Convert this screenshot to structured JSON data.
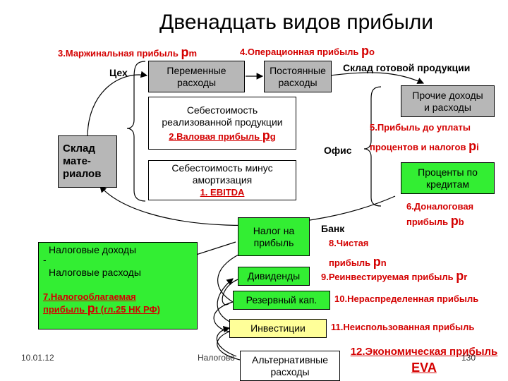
{
  "title": "Двенадцать видов прибыли",
  "footer": {
    "date": "10.01.12",
    "center": "Налогово",
    "page": "130"
  },
  "labels": {
    "shop": "Цех",
    "warehouse_finished": "Склад готовой продукции",
    "office": "Офис",
    "bank": "Банк"
  },
  "boxes": {
    "raw_warehouse": "Склад мате-риалов",
    "variable_costs": "Переменные расходы",
    "fixed_costs": "Постоянные расходы",
    "cost_of_sales": "Себестоимость реализованной продукции",
    "cost_minus_amort": "Себестоимость минус амортизация",
    "other_income": "Прочие доходы и расходы",
    "loan_interest": "Проценты по кредитам",
    "profit_tax": "Налог на прибыль",
    "dividends": "Дивиденды",
    "reserve": "Резервный кап.",
    "investments": "Инвестиции",
    "alternative_costs": "Альтернативные расходы",
    "tax_income": "Налоговые доходы",
    "minus": "-",
    "tax_expenses": "Налоговые расходы",
    "divider": "________________________"
  },
  "profits": {
    "p1": "1. EBITDA",
    "p2": {
      "text": "2.Валовая прибыль ",
      "sym": "p",
      "sub": "g"
    },
    "p3": {
      "text": "3.Маржинальная прибыль ",
      "sym": "p",
      "sub": "m"
    },
    "p4": {
      "text": "4.Операционная прибыль ",
      "sym": "p",
      "sub": "o"
    },
    "p5a": "5.Прибыль до уплаты",
    "p5b": {
      "text": "процентов и налогов ",
      "sym": "p",
      "sub": "i"
    },
    "p6a": "6.Доналоговая",
    "p6b": {
      "text": "прибыль ",
      "sym": "p",
      "sub": "b"
    },
    "p7a": "7.Налогооблагаемая",
    "p7b": {
      "text": "прибыль ",
      "sym": "p",
      "sub": "t",
      "tail": " (гл.25 НК РФ)"
    },
    "p8a": "8.Чистая",
    "p8b": {
      "text": "прибыль ",
      "sym": "p",
      "sub": "n"
    },
    "p9": {
      "text": "9.Реинвестируемая прибыль ",
      "sym": "p",
      "sub": "r"
    },
    "p10": "10.Нераспределенная прибыль",
    "p11": "11.Неиспользованная прибыль",
    "p12": "12.Экономическая прибыль",
    "p12b": "EVA"
  }
}
